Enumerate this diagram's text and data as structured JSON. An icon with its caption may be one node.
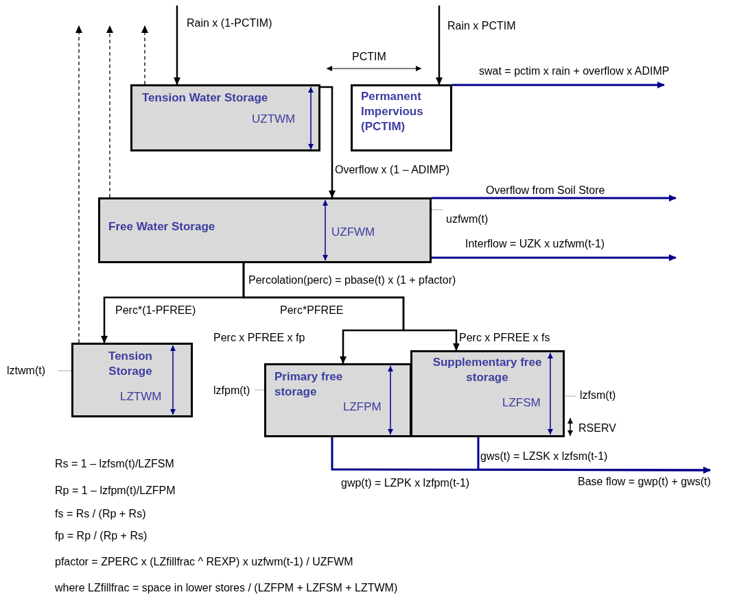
{
  "diagram": {
    "nodes": [
      {
        "text": [
          "Tension Water Storage",
          "UZTWM"
        ]
      },
      {
        "text": [
          "Permanent Impervious (PCTIM)"
        ]
      },
      {
        "text": [
          "Free Water Storage",
          "UZFWM"
        ],
        "beside": [
          "uzfwm(t)"
        ]
      },
      {
        "text": [
          "Tension Storage",
          "LZTWM"
        ],
        "beside": [
          "lztwm(t)"
        ]
      },
      {
        "text": [
          "Primary free storage",
          "LZFPM"
        ],
        "beside": [
          "lzfpm(t)"
        ]
      },
      {
        "text": [
          "Supplementary free storage",
          "LZFSM"
        ],
        "beside": [
          "lzfsm(t)",
          "RSERV"
        ]
      },
      {
        "text": [
          "Base flow = gwp(t) + gws(t)"
        ]
      }
    ],
    "edges": [
      {
        "from": null,
        "to": 0,
        "arrow": "to",
        "label": "Rain x (1-PCTIM)"
      },
      {
        "from": null,
        "to": 1,
        "arrow": "to",
        "label": "Rain x PCTIM"
      },
      {
        "from": 0,
        "to": null,
        "arrow": "to",
        "style": "dashed"
      },
      {
        "from": 2,
        "to": null,
        "arrow": "to",
        "style": "dashed"
      },
      {
        "from": 3,
        "to": null,
        "arrow": "to",
        "style": "dashed"
      },
      {
        "from": 0,
        "to": 2,
        "arrow": "to",
        "label": "Overflow x (1 – ADIMP)"
      },
      {
        "from": 1,
        "to": null,
        "arrow": "to",
        "label": "swat =  pctim x rain + overflow x ADIMP",
        "color": "#00008b"
      },
      {
        "from": 2,
        "to": null,
        "arrow": "to",
        "label": "Overflow from Soil Store",
        "color": "#00008b"
      },
      {
        "from": 2,
        "to": null,
        "arrow": "to",
        "label": "Interflow = UZK x uzfwm(t-1)",
        "color": "#00008b"
      },
      {
        "from": 2,
        "to": 3,
        "arrow": "to",
        "label": "Perc*(1-PFREE)"
      },
      {
        "from": 2,
        "to": 4,
        "arrow": "to",
        "label": "Perc x PFREE x fp"
      },
      {
        "from": 2,
        "to": 5,
        "arrow": "to",
        "label": "Perc x PFREE x fs"
      },
      {
        "from": 4,
        "to": 6,
        "arrow": "to",
        "label": "gwp(t) = LZPK x  lzfpm(t-1)",
        "color": "#00008b"
      },
      {
        "from": 5,
        "to": 6,
        "arrow": "to",
        "label": "gws(t) = LZSK x  lzfsm(t-1)",
        "color": "#00008b"
      }
    ],
    "labels": [
      "PCTIM",
      "Percolation(perc) = pbase(t) x (1 + pfactor)",
      "Perc*PFREE",
      "Rs = 1 – lzfsm(t)/LZFSM",
      "Rp = 1 – lzfpm(t)/LZFPM",
      "fs = Rs / (Rp + Rs)",
      "fp = Rp / (Rp + Rs)",
      "pfactor = ZPERC x (LZfillfrac ^ REXP) x uzfwm(t-1) / UZFWM",
      "where LZfillfrac = space in lower stores / (LZFPM + LZFSM + LZTWM)"
    ]
  }
}
